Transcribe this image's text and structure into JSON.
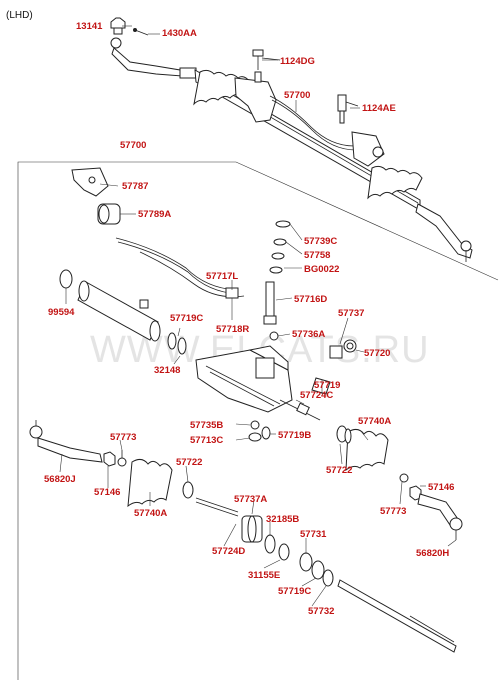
{
  "header": {
    "variant": "(LHD)"
  },
  "watermark": "WWW.ELCATS.RU",
  "labels": {
    "p13141": "13141",
    "p1430AA": "1430AA",
    "p1124DG": "1124DG",
    "p57700_top": "57700",
    "p1124AE": "1124AE",
    "p57700_box": "57700",
    "p57787": "57787",
    "p57789A": "57789A",
    "p57739C": "57739C",
    "p57758": "57758",
    "pBG0022": "BG0022",
    "p57717L": "57717L",
    "p57716D": "57716D",
    "p99594": "99594",
    "p57719C_a": "57719C",
    "p57718R": "57718R",
    "p57737": "57737",
    "p57736A": "57736A",
    "p57720": "57720",
    "p32148": "32148",
    "p57719_b": "57719",
    "p57724C": "57724C",
    "p57735B": "57735B",
    "p57719B": "57719B",
    "p57740A_r": "57740A",
    "p57713C": "57713C",
    "p57773_l": "57773",
    "p57722_r": "57722",
    "p57722_l": "57722",
    "p56820J": "56820J",
    "p57146_l": "57146",
    "p57146_r": "57146",
    "p57740A_l": "57740A",
    "p57737A": "57737A",
    "p57773_r": "57773",
    "p32185B": "32185B",
    "p57724D": "57724D",
    "p57731": "57731",
    "p56820H": "56820H",
    "p31155E": "31155E",
    "p57719C_c": "57719C",
    "p57732": "57732"
  }
}
